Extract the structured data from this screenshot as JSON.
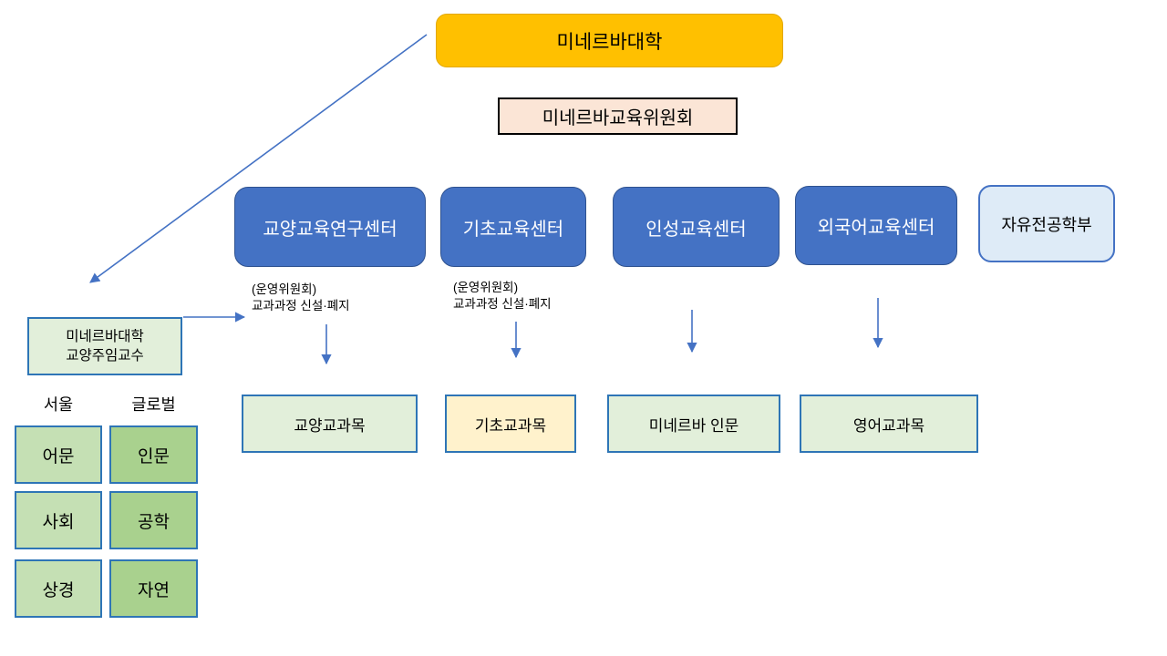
{
  "palette": {
    "university_fill": "#FFC000",
    "committee_fill": "#FBE5D6",
    "committee_border": "#000000",
    "center_fill": "#4472C4",
    "center_border": "#2F528F",
    "center_text": "#FFFFFF",
    "free_major_fill": "#DEEBF7",
    "course_green_fill": "#E2EFDA",
    "course_yellow_fill": "#FFF2CC",
    "course_border": "#2E75B6",
    "seoul_column_fill": "#C5E0B4",
    "global_column_fill": "#A9D18E",
    "connector_color": "#4472C4"
  },
  "org": {
    "university": "미네르바대학",
    "committee": "미네르바교육위원회",
    "centers": [
      {
        "label": "교양교육연구센터"
      },
      {
        "label": "기초교육센터"
      },
      {
        "label": "인성교육센터"
      },
      {
        "label": "외국어교육센터"
      },
      {
        "label": "자유전공학부"
      }
    ],
    "annotations": [
      {
        "line1": "(운영위원회)",
        "line2": "교과과정 신설·폐지"
      },
      {
        "line1": "(운영위원회)",
        "line2": "교과과정 신설·폐지"
      }
    ],
    "courses": [
      {
        "label": "교양교과목"
      },
      {
        "label": "기초교과목"
      },
      {
        "label": "미네르바 인문"
      },
      {
        "label": "영어교과목"
      }
    ],
    "chief": {
      "line1": "미네르바대학",
      "line2": "교양주임교수"
    },
    "campuses": [
      {
        "label": "서울",
        "departments": [
          "어문",
          "사회",
          "상경"
        ]
      },
      {
        "label": "글로벌",
        "departments": [
          "인문",
          "공학",
          "자연"
        ]
      }
    ]
  }
}
